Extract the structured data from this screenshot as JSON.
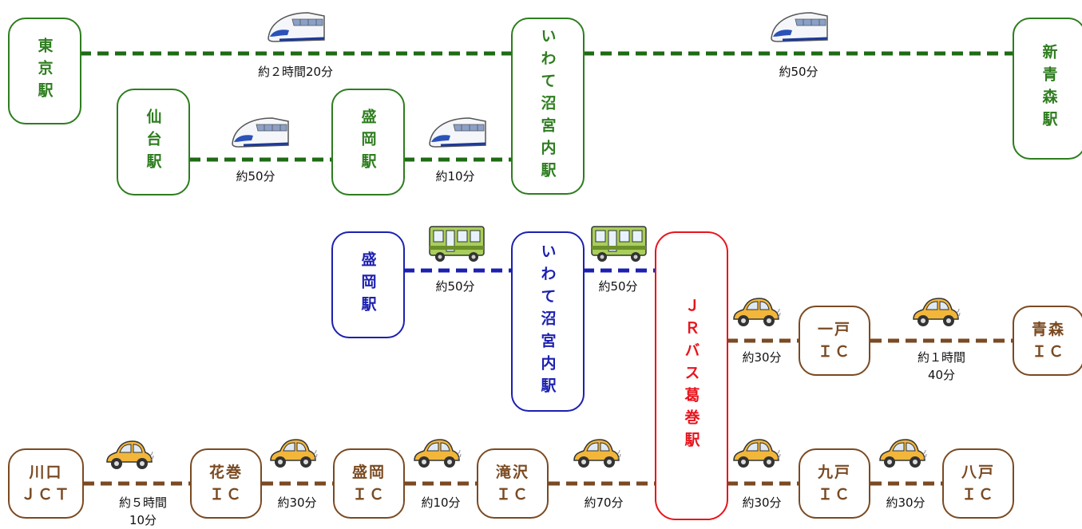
{
  "colors": {
    "rail": "#1e6b14",
    "bus": "#1c20b0",
    "car": "#7a4a22",
    "jrbus": "#e8141c"
  },
  "stations": {
    "tokyo": "東京駅",
    "iwate_numakunai": "いわて沼宮内駅",
    "shin_aomori": "新青森駅",
    "sendai": "仙台駅",
    "morioka": "盛岡駅",
    "morioka_bus": "盛岡駅",
    "iwate_numakunai_bus": "いわて沼宮内駅",
    "jr_bus_kuzumaki": "ＪＲバス葛巻駅",
    "ichinohe_ic": "一戸\nＩＣ",
    "aomori_ic": "青森\nＩＣ",
    "kawaguchi_jct": "川口\nＪＣＴ",
    "hanamaki_ic": "花巻\nＩＣ",
    "morioka_ic": "盛岡\nＩＣ",
    "takizawa_ic": "滝沢\nＩＣ",
    "kunohe_ic": "九戸\nＩＣ",
    "hachinohe_ic": "八戸\nＩＣ"
  },
  "times": {
    "tokyo_numakunai": "約２時間20分",
    "numakunai_shinaomori": "約50分",
    "sendai_morioka": "約50分",
    "morioka_numakunai": "約10分",
    "bus_morioka_numakunai": "約50分",
    "bus_numakunai_kuzumaki": "約50分",
    "kuzumaki_ichinohe": "約30分",
    "ichinohe_aomori": "約１時間\n40分",
    "kawaguchi_hanamaki": "約５時間\n10分",
    "hanamaki_morioka": "約30分",
    "morioka_takizawa": "約10分",
    "takizawa_kuzumaki": "約70分",
    "kuzumaki_kunohe": "約30分",
    "kunohe_hachinohe": "約30分"
  },
  "icons": [
    "shinkansen-icon",
    "bus-icon",
    "car-icon"
  ]
}
